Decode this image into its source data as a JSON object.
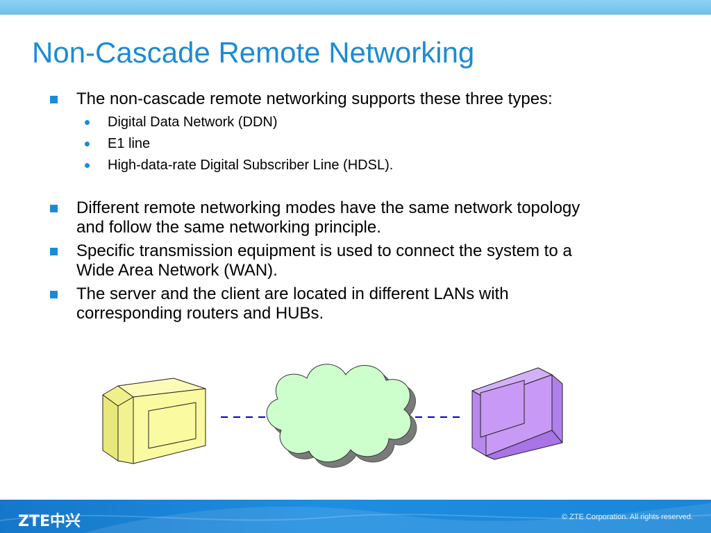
{
  "slide": {
    "title": "Non-Cascade Remote Networking",
    "bullets": [
      {
        "text": "The non-cascade remote networking supports these  three types:",
        "sub": [
          "Digital Data Network (DDN)",
          "E1 line",
          "High-data-rate Digital Subscriber Line (HDSL)."
        ]
      },
      {
        "lines": [
          "Different remote networking modes have the same network topology",
          "and follow the same networking principle."
        ]
      },
      {
        "lines": [
          "Specific transmission equipment is used to connect the system to a",
          "Wide Area Network (WAN)."
        ]
      },
      {
        "lines": [
          "The server and the client are located in different LANs with",
          "corresponding routers and HUBs."
        ]
      }
    ]
  },
  "footer": {
    "logo": "ZTE中兴",
    "copyright": "© ZTE Corporation. All rights reserved."
  },
  "colors": {
    "accent": "#1a8bd6",
    "server_monitor": "#fafaa0",
    "client_monitor": "#c89af5",
    "cloud": "#ccffcc",
    "link_line": "#0000cc"
  }
}
